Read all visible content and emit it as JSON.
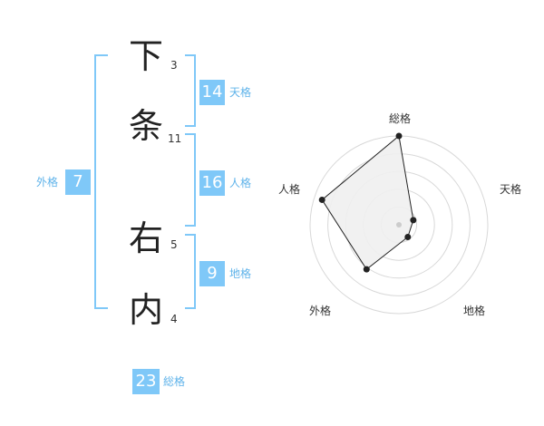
{
  "name": {
    "chars": [
      {
        "char": "下",
        "strokes": "3"
      },
      {
        "char": "条",
        "strokes": "11"
      },
      {
        "char": "右",
        "strokes": "5"
      },
      {
        "char": "内",
        "strokes": "4"
      }
    ]
  },
  "fortunes": {
    "tenkaku": {
      "value": "14",
      "label": "天格"
    },
    "jinkaku": {
      "value": "16",
      "label": "人格"
    },
    "chikaku": {
      "value": "9",
      "label": "地格"
    },
    "gaikaku": {
      "value": "7",
      "label": "外格"
    },
    "soukaku": {
      "value": "23",
      "label": "総格"
    }
  },
  "chart_data": {
    "type": "radar",
    "axes": [
      "総格",
      "天格",
      "地格",
      "外格",
      "人格"
    ],
    "values": [
      1.0,
      0.17,
      0.17,
      0.62,
      0.91
    ],
    "range": [
      0,
      1
    ],
    "rings": 5,
    "colors": {
      "fill": "#f0f0f0",
      "stroke": "#222222",
      "ring": "#d8d8d8"
    }
  }
}
